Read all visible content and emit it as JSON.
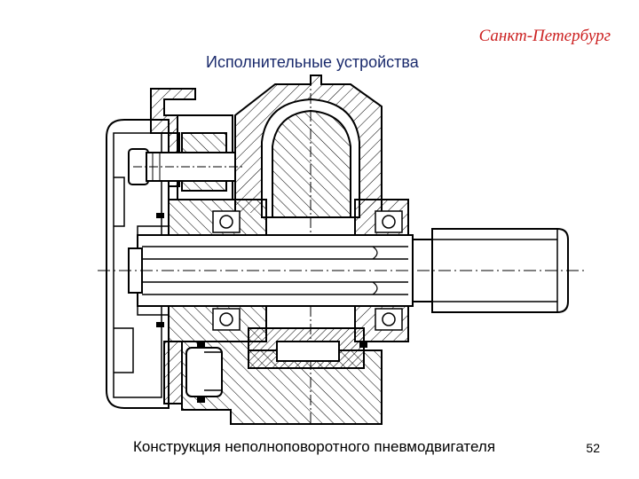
{
  "header": {
    "city": "Санкт-Петербург",
    "title": "Исполнительные устройства"
  },
  "figure": {
    "caption": "Конструкция неполноповоротного пневмодвигателя"
  },
  "footer": {
    "page_number": "52"
  },
  "colors": {
    "city": "#cc2222",
    "title": "#1a2a6c",
    "line": "#000000"
  }
}
